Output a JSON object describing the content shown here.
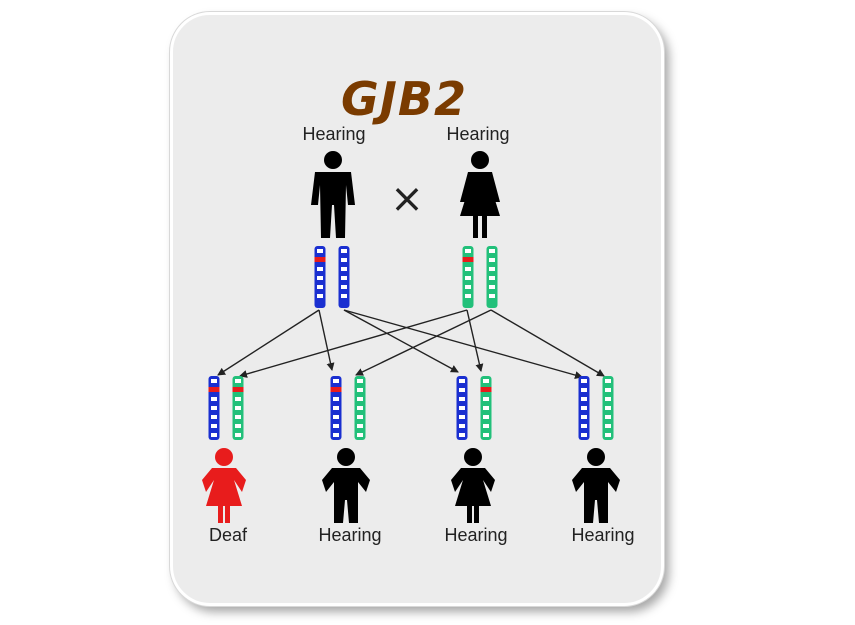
{
  "title": "GJB2",
  "colors": {
    "title": "#7a3b00",
    "father_chromosome": "#1a2fd0",
    "mother_chromosome": "#22c07a",
    "mutation": "#e81c1c",
    "affected": "#e81c1c",
    "unaffected": "#000000"
  },
  "parents": [
    {
      "label": "Hearing",
      "sex": "male",
      "icon": "man-icon"
    },
    {
      "label": "Hearing",
      "sex": "female",
      "icon": "woman-icon"
    }
  ],
  "cross_symbol": "×",
  "children": [
    {
      "label": "Deaf",
      "sex": "female",
      "affected": true
    },
    {
      "label": "Hearing",
      "sex": "male",
      "affected": false
    },
    {
      "label": "Hearing",
      "sex": "female",
      "affected": false
    },
    {
      "label": "Hearing",
      "sex": "male",
      "affected": false
    }
  ]
}
